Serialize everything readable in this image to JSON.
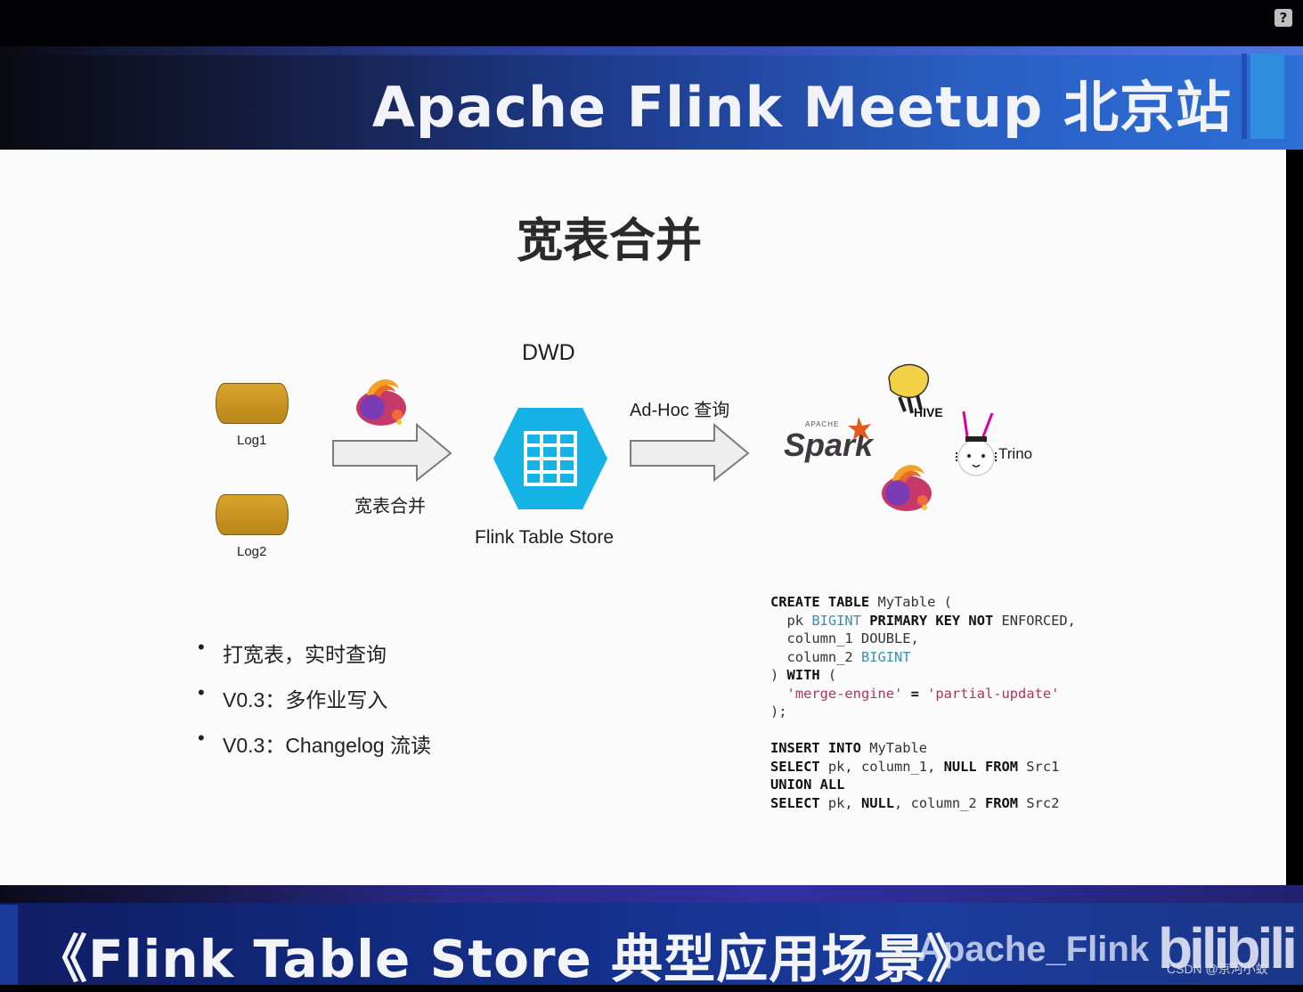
{
  "header": {
    "title": "Apache Flink Meetup 北京站"
  },
  "slide": {
    "title": "宽表合并",
    "diagram": {
      "sources": [
        "Log1",
        "Log2"
      ],
      "merge_label": "宽表合并",
      "store_top_label": "DWD",
      "store_label": "Flink Table Store",
      "query_label": "Ad-Hoc 查询",
      "engines": {
        "trino": "Trino"
      }
    },
    "bullets": [
      "打宽表，实时查询",
      "V0.3：多作业写入",
      "V0.3：Changelog 流读"
    ]
  },
  "footer": {
    "title": "《Flink Table Store 典型应用场景》",
    "watermark": "Apache_Flink",
    "bilibili": "bilibili",
    "csdn": "CSDN @京河小蚁"
  },
  "colors": {
    "hex": "#12b4e6",
    "log": "#c8961e",
    "header_grad_end": "#2c6fd6"
  }
}
